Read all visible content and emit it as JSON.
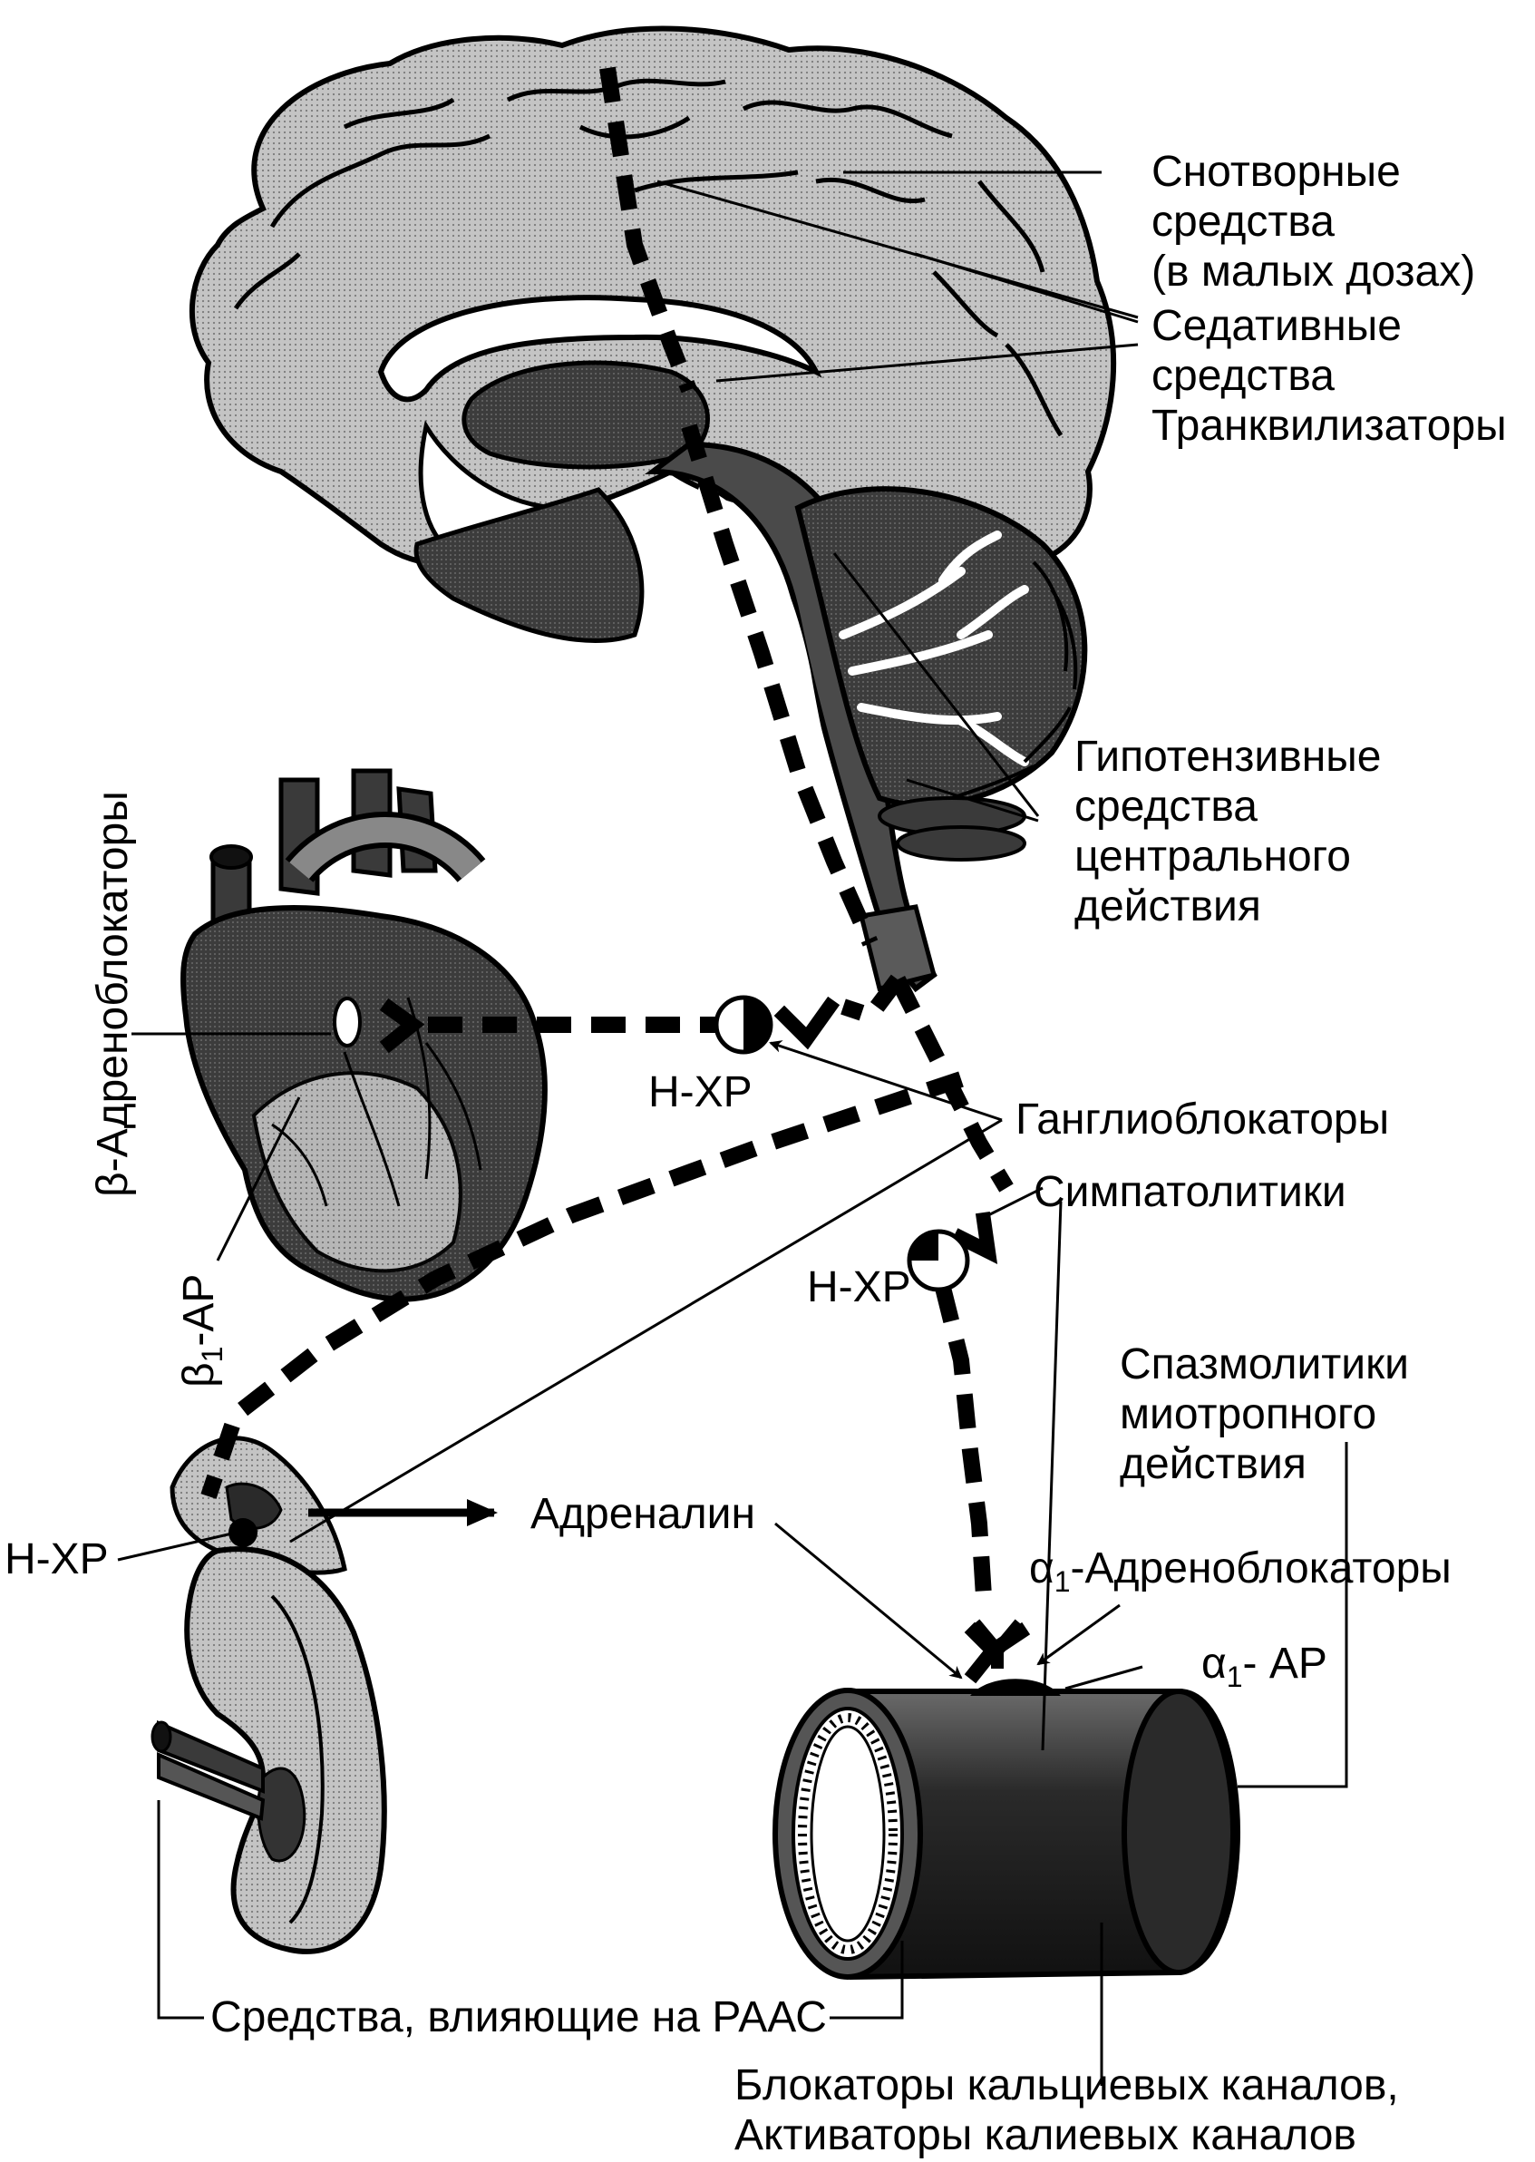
{
  "labels": {
    "hypnotics": [
      "Снотворные",
      "средства",
      "(в малых дозах)"
    ],
    "sedatives": [
      "Седативные",
      "средства"
    ],
    "tranquilizers": "Транквилизаторы",
    "central_antihypertensives": [
      "Гипотензивные",
      "средства",
      "центрального",
      "действия"
    ],
    "beta_blockers_prefix": "β",
    "beta_blockers": "-Адреноблокаторы",
    "beta1_ar_prefix": "β",
    "beta1_ar_sub": "1",
    "beta1_ar": "-АР",
    "nchr_heart": "Н-ХР",
    "ganglioblockers": "Ганглиоблокаторы",
    "sympatholytics": "Симпатолитики",
    "nchr_sympathetic": "Н-ХР",
    "myotropic_spasmolytics": [
      "Спазмолитики",
      "миотропного",
      "действия"
    ],
    "alpha1_blockers_prefix": "α",
    "alpha1_blockers_sub": "1",
    "alpha1_blockers": "-Адреноблокаторы",
    "alpha1_ar_prefix": "α",
    "alpha1_ar_sub": "1",
    "alpha1_ar": "- АР",
    "nchr_adrenal": "Н-ХР",
    "adrenaline": "Адреналин",
    "raas_agents": "Средства, влияющие на РААС",
    "channel_agents": [
      "Блокаторы кальциевых каналов,",
      "Активаторы калиевых каналов"
    ]
  },
  "icons": {
    "brain": "brain-sagittal-section",
    "heart": "heart",
    "kidney": "kidney-with-adrenal-gland",
    "vessel": "blood-vessel-cylinder",
    "receptor": "receptor-y-shape",
    "synapse": "synapse-circle"
  },
  "colors": {
    "ink": "#000000",
    "light_gray": "#bdbdbd",
    "mid_gray": "#8a8a8a",
    "dark_gray": "#3a3a3a",
    "background": "#ffffff"
  }
}
